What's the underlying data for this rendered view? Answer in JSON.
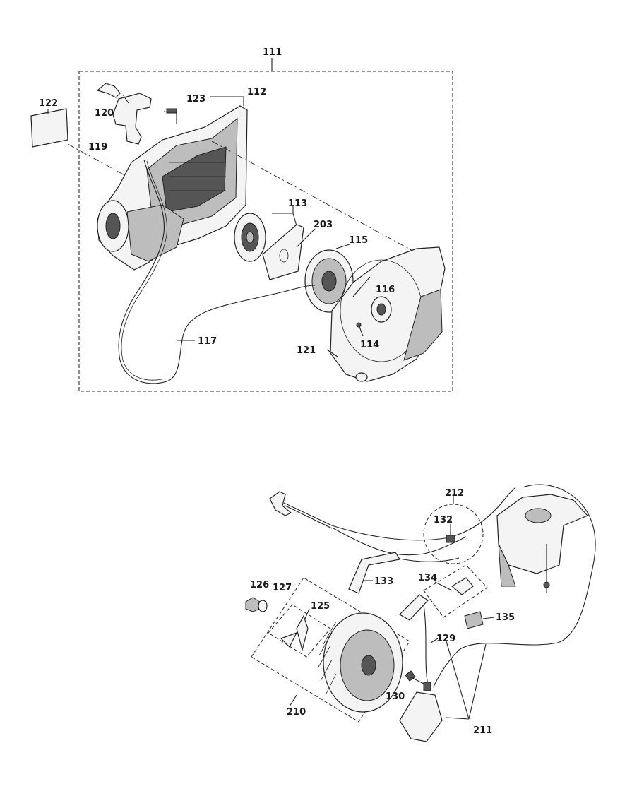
{
  "labels": {
    "l111": "111",
    "l112": "112",
    "l113": "113",
    "l114": "114",
    "l115": "115",
    "l116": "116",
    "l117": "117",
    "l119": "119",
    "l120": "120",
    "l121": "121",
    "l122": "122",
    "l123": "123",
    "l125": "125",
    "l126": "126",
    "l127": "127",
    "l129": "129",
    "l130": "130",
    "l132": "132",
    "l133": "133",
    "l134": "134",
    "l135": "135",
    "l203": "203",
    "l210": "210",
    "l211": "211",
    "l212": "212"
  }
}
